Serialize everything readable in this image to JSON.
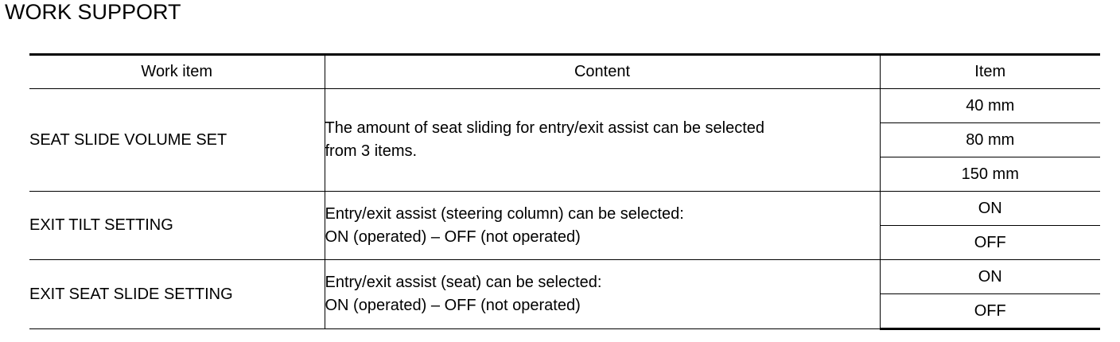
{
  "title": "WORK SUPPORT",
  "table": {
    "headers": {
      "work_item": "Work item",
      "content": "Content",
      "item": "Item"
    },
    "rows": [
      {
        "work_item": "SEAT SLIDE VOLUME SET",
        "content_line1": "The amount of seat sliding for entry/exit assist can be selected",
        "content_line2": "from 3 items.",
        "items": [
          "40 mm",
          "80 mm",
          "150 mm"
        ]
      },
      {
        "work_item": "EXIT TILT SETTING",
        "content_line1": "Entry/exit assist (steering column) can be selected:",
        "content_line2": "ON (operated) – OFF (not operated)",
        "items": [
          "ON",
          "OFF"
        ]
      },
      {
        "work_item": "EXIT SEAT SLIDE SETTING",
        "content_line1": "Entry/exit assist (seat) can be selected:",
        "content_line2": "ON (operated) – OFF (not operated)",
        "items": [
          "ON",
          "OFF"
        ]
      }
    ]
  }
}
